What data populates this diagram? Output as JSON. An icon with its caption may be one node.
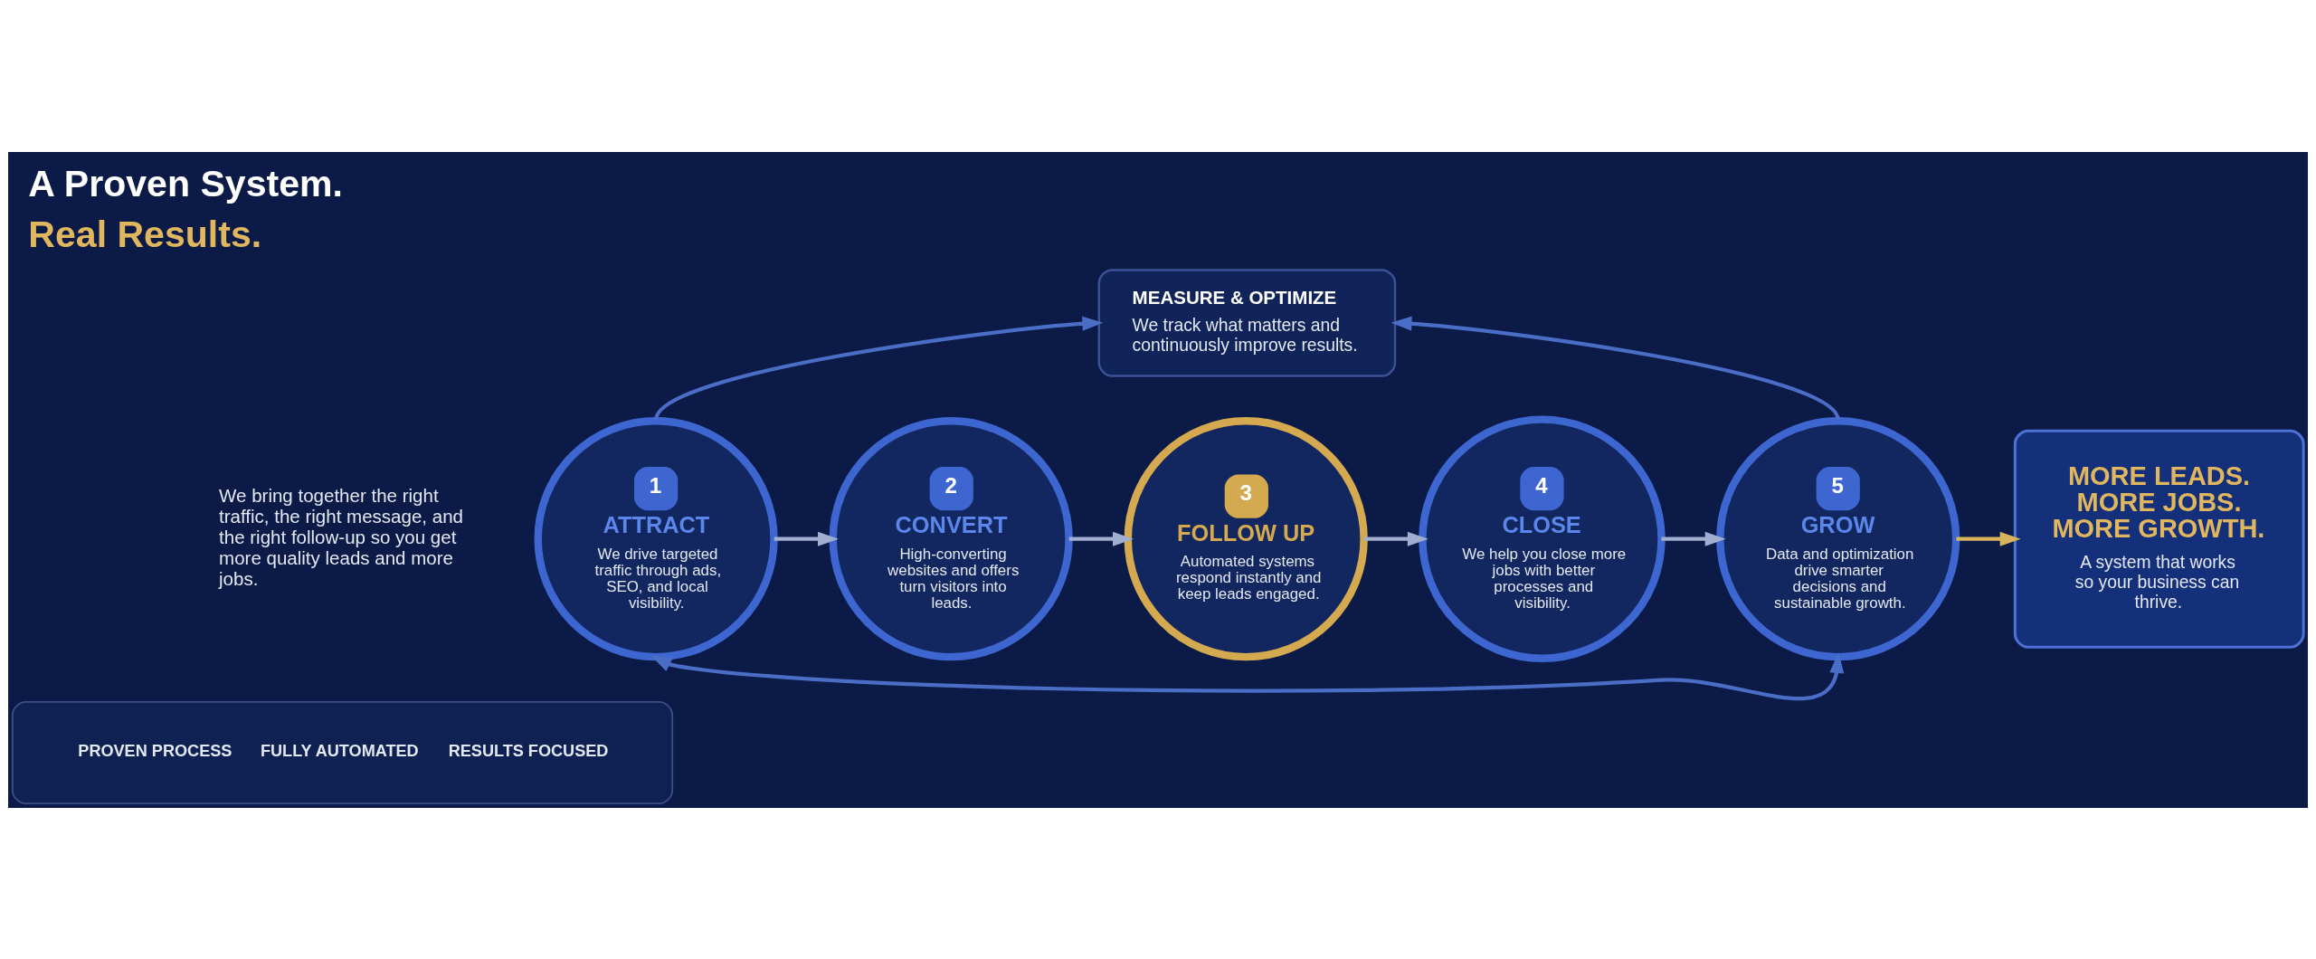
{
  "diagram": {
    "title": "A Proven System. Real Results.",
    "nodes": [
      {
        "text": [
          "MEASURE & OPTIMIZE",
          "We track what matters and continuously improve results."
        ]
      },
      {
        "text": [
          "1",
          "ATTRACT",
          "We drive targeted traffic through ads, SEO, and local visibility."
        ]
      },
      {
        "text": [
          "2",
          "CONVERT",
          "High-converting websites and offers turn visitors into leads."
        ]
      },
      {
        "text": [
          "3",
          "FOLLOW UP",
          "Automated systems respond instantly and keep leads engaged."
        ]
      },
      {
        "text": [
          "4",
          "CLOSE",
          "We help you close more jobs with better processes and visibility."
        ]
      },
      {
        "text": [
          "5",
          "GROW",
          "Data and optimization drive smarter decisions and sustainable growth."
        ]
      },
      {
        "text": [
          "MORE LEADS. MORE JOBS. MORE GROWTH.",
          "A system that works so your business can thrive."
        ]
      },
      {
        "text": [
          "PROVEN PROCESS",
          "FULLY AUTOMATED",
          "RESULTS FOCUSED"
        ]
      }
    ],
    "edges": [
      {
        "from": 1,
        "to": 2,
        "arrow": "to"
      },
      {
        "from": 2,
        "to": 3,
        "arrow": "to"
      },
      {
        "from": 3,
        "to": 4,
        "arrow": "to"
      },
      {
        "from": 4,
        "to": 5,
        "arrow": "to"
      },
      {
        "from": 5,
        "to": 6,
        "arrow": "to",
        "color": "#d8b35c"
      },
      {
        "from": 1,
        "to": 0,
        "arrow": "to",
        "color": "#4a6dc6"
      },
      {
        "from": 5,
        "to": 0,
        "arrow": "to",
        "color": "#4a6dc6"
      },
      {
        "from": 1,
        "to": 5,
        "arrow": "both",
        "color": "#4a6dc6"
      }
    ],
    "labels": [
      "We bring together the right traffic, the right message, and the right follow-up so you get more quality leads and more jobs."
    ]
  }
}
